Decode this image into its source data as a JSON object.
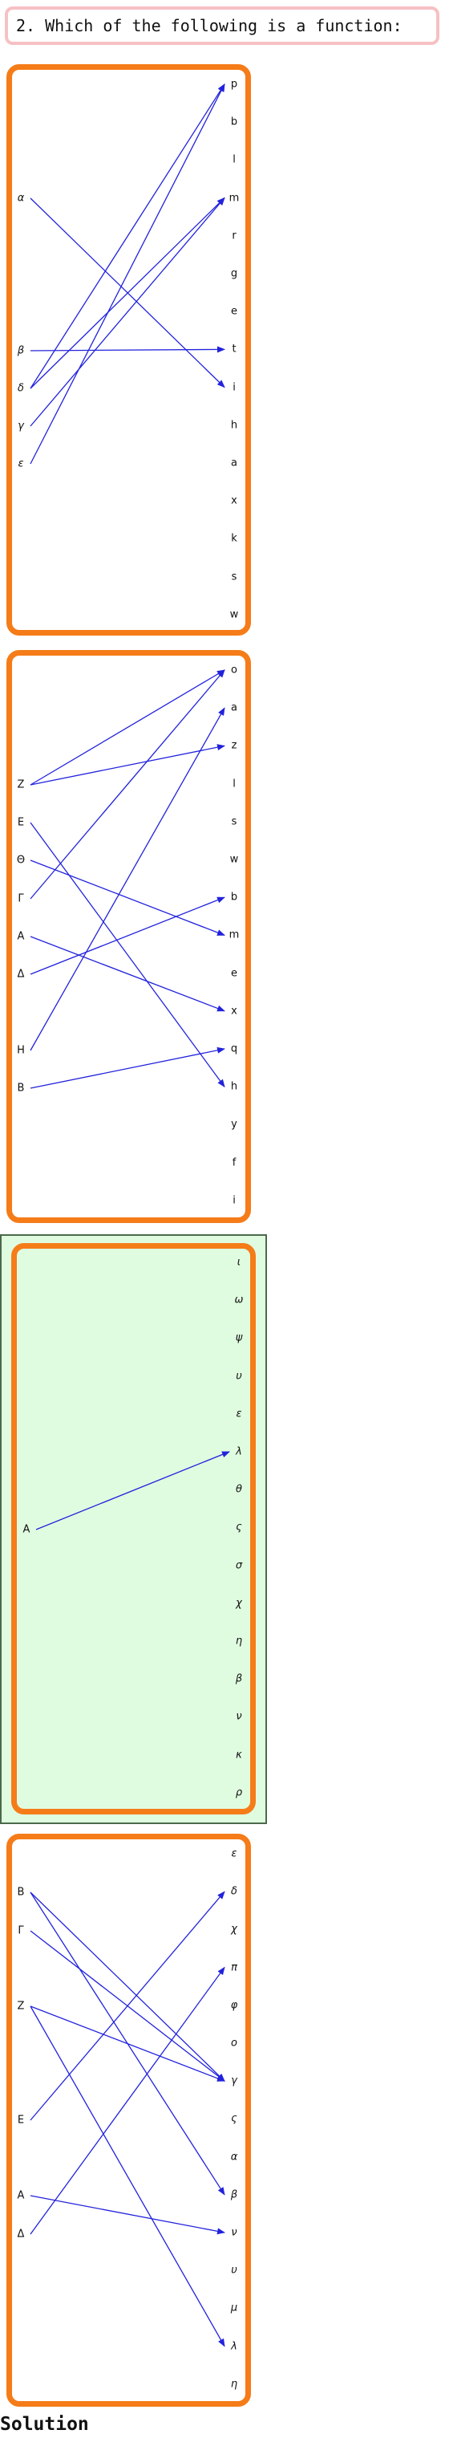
{
  "question": "2. Which of the following is a function:",
  "solution_label": "Solution",
  "selected_option": 3,
  "colors": {
    "frame": "#f57c18",
    "arrow": "#2222dd",
    "selected_bg": "#e0fce0",
    "question_border": "#f6c1c3"
  },
  "options": [
    {
      "domain": [
        "α",
        "β",
        "δ",
        "γ",
        "ε"
      ],
      "codomain": [
        "p",
        "b",
        "l",
        "m",
        "r",
        "g",
        "e",
        "t",
        "i",
        "h",
        "a",
        "x",
        "k",
        "s",
        "w"
      ],
      "mappings": [
        [
          "α",
          "i"
        ],
        [
          "β",
          "t"
        ],
        [
          "δ",
          "p"
        ],
        [
          "δ",
          "m"
        ],
        [
          "γ",
          "m"
        ],
        [
          "ε",
          "p"
        ]
      ]
    },
    {
      "domain": [
        "Z",
        "E",
        "Θ",
        "Γ",
        "A",
        "Δ",
        "H",
        "B"
      ],
      "codomain": [
        "o",
        "a",
        "z",
        "l",
        "s",
        "w",
        "b",
        "m",
        "e",
        "x",
        "q",
        "h",
        "y",
        "f",
        "i"
      ],
      "mappings": [
        [
          "Z",
          "o"
        ],
        [
          "Z",
          "z"
        ],
        [
          "E",
          "h"
        ],
        [
          "Θ",
          "m"
        ],
        [
          "Γ",
          "o"
        ],
        [
          "A",
          "x"
        ],
        [
          "Δ",
          "b"
        ],
        [
          "H",
          "a"
        ],
        [
          "B",
          "q"
        ]
      ]
    },
    {
      "domain": [
        "A"
      ],
      "codomain": [
        "ι",
        "ω",
        "ψ",
        "υ",
        "ε",
        "λ",
        "θ",
        "ς",
        "σ",
        "χ",
        "η",
        "β",
        "ν",
        "κ",
        "ρ"
      ],
      "mappings": [
        [
          "A",
          "λ"
        ]
      ]
    },
    {
      "domain": [
        "B",
        "Γ",
        "Z",
        "E",
        "A",
        "Δ"
      ],
      "codomain": [
        "ε",
        "δ",
        "χ",
        "π",
        "φ",
        "ο",
        "γ",
        "ς",
        "α",
        "β",
        "ν",
        "υ",
        "μ",
        "λ",
        "η"
      ],
      "mappings": [
        [
          "B",
          "β"
        ],
        [
          "B",
          "γ"
        ],
        [
          "Γ",
          "γ"
        ],
        [
          "Z",
          "γ"
        ],
        [
          "Z",
          "λ"
        ],
        [
          "E",
          "δ"
        ],
        [
          "A",
          "ν"
        ],
        [
          "Δ",
          "π"
        ]
      ]
    }
  ]
}
